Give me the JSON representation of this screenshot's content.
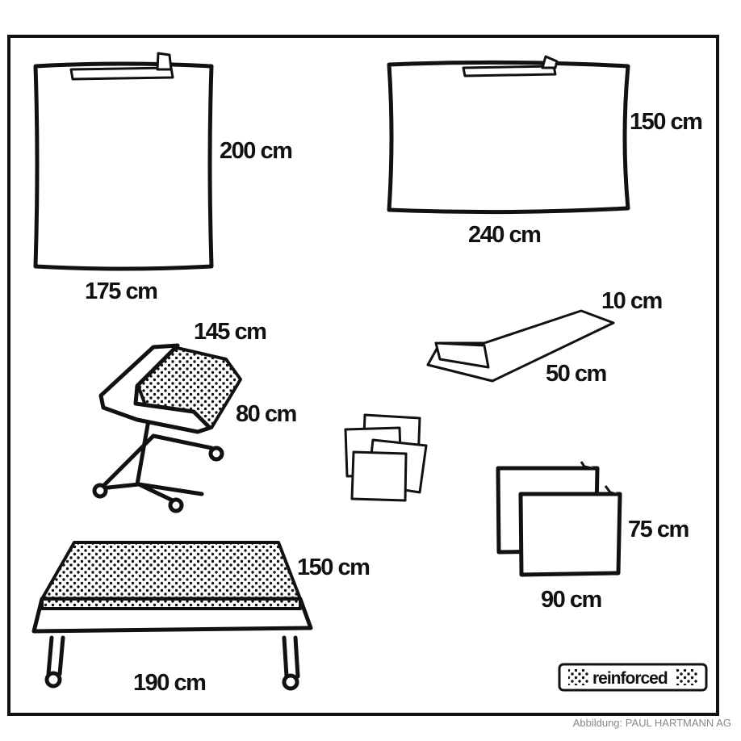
{
  "items": {
    "drape_square": {
      "height": "200 cm",
      "width": "175 cm"
    },
    "drape_rect": {
      "height": "150 cm",
      "width": "240 cm"
    },
    "mayo_cover": {
      "length": "145 cm",
      "width": "80 cm"
    },
    "adhesive_tape": {
      "width": "10 cm",
      "length": "50 cm"
    },
    "towels": {
      "height": "75 cm",
      "width": "90 cm"
    },
    "table_cover": {
      "width": "150 cm",
      "length": "190 cm"
    }
  },
  "legend": {
    "label": "reinforced",
    "icon": "dot-pattern-icon"
  },
  "credit": "Abbildung: PAUL HARTMANN AG",
  "colors": {
    "line": "#111111",
    "credit": "#888888"
  }
}
